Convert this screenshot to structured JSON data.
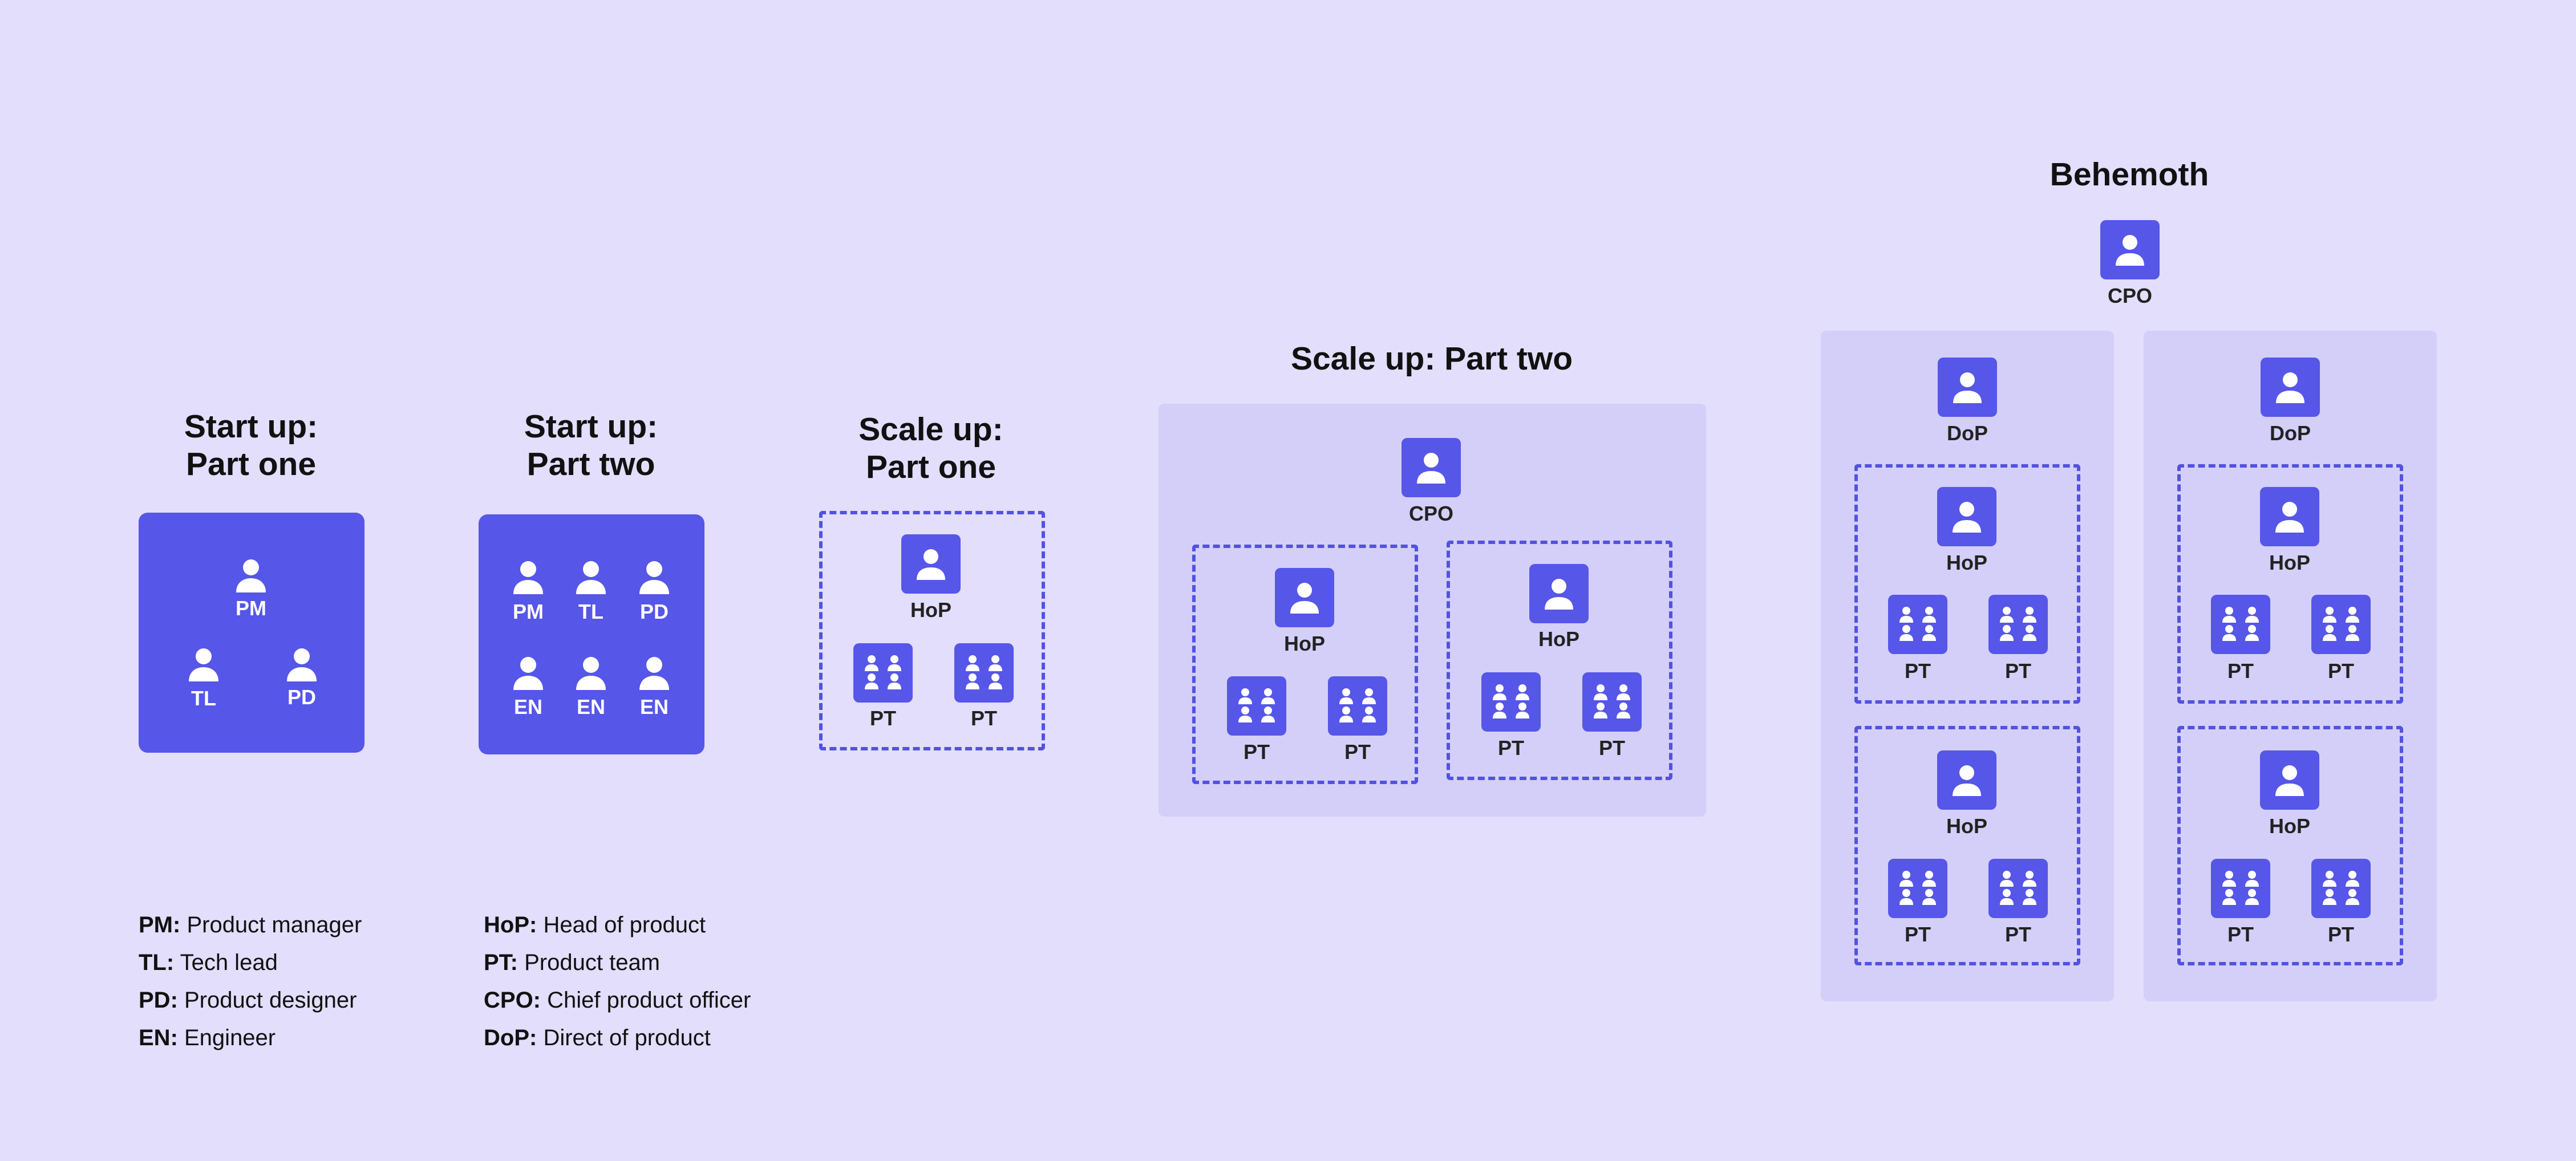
{
  "titles": {
    "startup1_line1": "Start up:",
    "startup1_line2": "Part one",
    "startup2_line1": "Start up:",
    "startup2_line2": "Part two",
    "scaleup1_line1": "Scale up:",
    "scaleup1_line2": "Part one",
    "scaleup2": "Scale up: Part two",
    "behemoth": "Behemoth"
  },
  "roles": {
    "pm": "PM",
    "tl": "TL",
    "pd": "PD",
    "en": "EN",
    "hop": "HoP",
    "pt": "PT",
    "cpo": "CPO",
    "dop": "DoP"
  },
  "legend_left": [
    {
      "abbr": "PM:",
      "text": " Product manager"
    },
    {
      "abbr": "TL:",
      "text": " Tech lead"
    },
    {
      "abbr": "PD:",
      "text": " Product designer"
    },
    {
      "abbr": "EN:",
      "text": " Engineer"
    }
  ],
  "legend_right": [
    {
      "abbr": "HoP:",
      "text": " Head of product"
    },
    {
      "abbr": "PT:",
      "text": " Product team"
    },
    {
      "abbr": "CPO:",
      "text": " Chief product officer"
    },
    {
      "abbr": "DoP:",
      "text": " Direct of product"
    }
  ],
  "colors": {
    "background": "#e2defc",
    "accent": "#5656e8",
    "panel": "#d4cff8",
    "dashed_border": "#5252e0"
  },
  "icons": {
    "person": "person-icon",
    "team": "team-icon"
  }
}
